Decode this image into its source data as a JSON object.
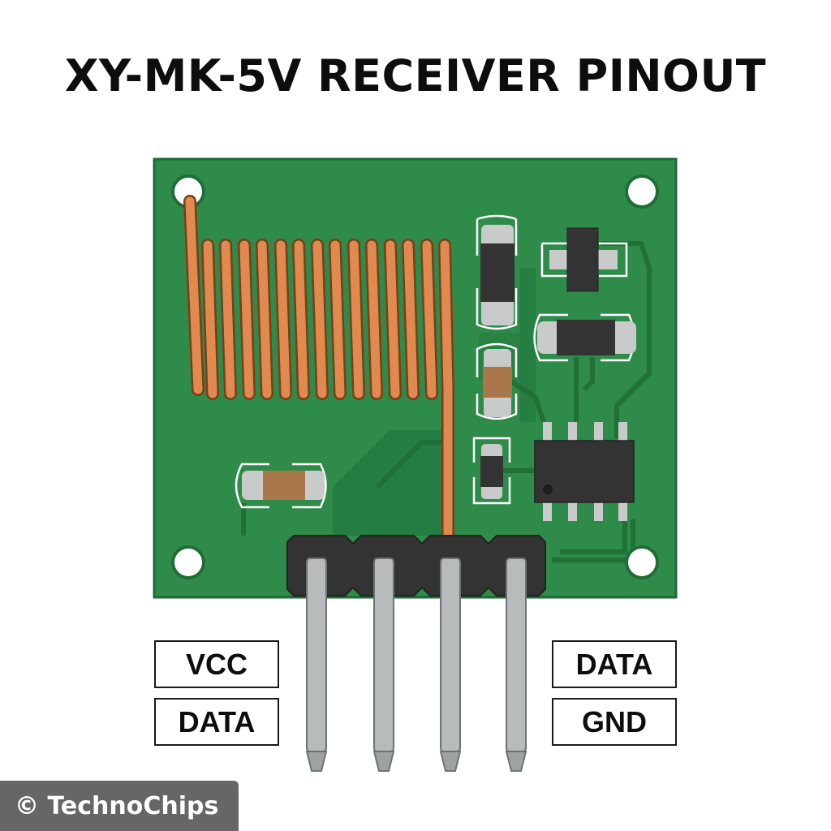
{
  "title": "XY-MK-5V RECEIVER PINOUT",
  "colors": {
    "pcb": "#2e8b4a",
    "pcb_dark": "#1f6e36",
    "copper": "#e08a50",
    "header": "#333333",
    "pin": "#b7bbbb",
    "silkscreen": "#ffffff"
  },
  "pin_labels": {
    "left": [
      {
        "label": "VCC"
      },
      {
        "label": "DATA"
      }
    ],
    "right": [
      {
        "label": "DATA"
      },
      {
        "label": "GND"
      }
    ]
  },
  "pins": [
    "VCC",
    "DATA",
    "DATA",
    "GND"
  ],
  "components": [
    {
      "name": "antenna-coil",
      "type": "copper coil",
      "turns": 14
    },
    {
      "name": "smd-resistor-vertical",
      "type": "resistor"
    },
    {
      "name": "sot23-transistor",
      "type": "transistor"
    },
    {
      "name": "smd-resistor-horizontal",
      "type": "resistor"
    },
    {
      "name": "smd-capacitor-vertical",
      "type": "capacitor"
    },
    {
      "name": "smd-resistor-small",
      "type": "resistor"
    },
    {
      "name": "soic8-ic",
      "type": "IC"
    },
    {
      "name": "smd-capacitor-horizontal",
      "type": "capacitor"
    },
    {
      "name": "pin-header",
      "type": "4-pin header"
    }
  ],
  "credit": {
    "text": "© TechnoChips"
  }
}
